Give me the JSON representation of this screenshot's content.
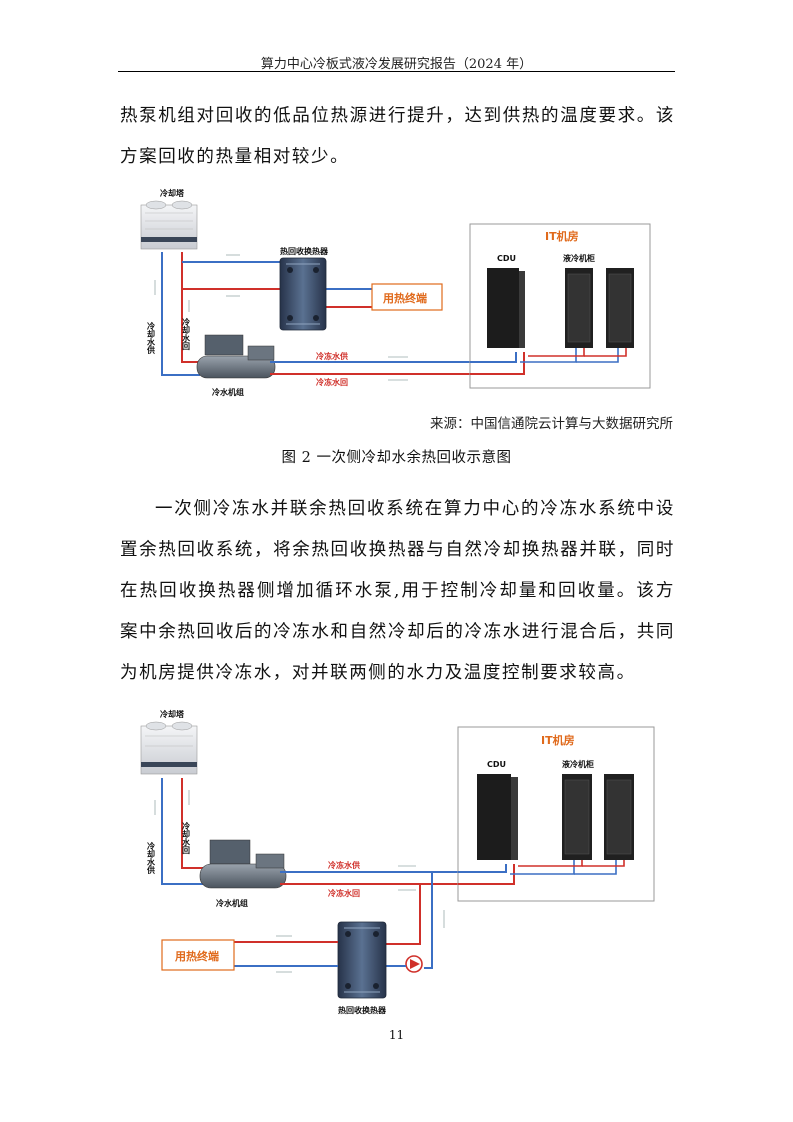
{
  "header": {
    "title": "算力中心冷板式液冷发展研究报告（2024 年）"
  },
  "paragraph1": "热泵机组对回收的低品位热源进行提升，达到供热的温度要求。该方案回收的热量相对较少。",
  "figure1": {
    "labels": {
      "cooling_tower": "冷却塔",
      "heat_exchanger": "热回收换热器",
      "heat_terminal": "用热终端",
      "it_room": "IT机房",
      "cdu": "CDU",
      "liquid_cabinet": "液冷机柜",
      "cooling_supply": "冷却水供",
      "cooling_return": "冷却水回",
      "chilled_supply": "冷冻水供",
      "chilled_return": "冷冻水回",
      "chiller": "冷水机组"
    },
    "colors": {
      "supply_line": "#d0302a",
      "return_line": "#3b6fc4",
      "accent": "#e06a1c"
    }
  },
  "source": "来源：中国信通院云计算与大数据研究所",
  "caption": "图 2 一次侧冷却水余热回收示意图",
  "paragraph2": "一次侧冷冻水并联余热回收系统在算力中心的冷冻水系统中设置余热回收系统，将余热回收换热器与自然冷却换热器并联，同时在热回收换热器侧增加循环水泵,用于控制冷却量和回收量。该方案中余热回收后的冷冻水和自然冷却后的冷冻水进行混合后，共同为机房提供冷冻水，对并联两侧的水力及温度控制要求较高。",
  "figure2": {
    "labels": {
      "cooling_tower": "冷却塔",
      "it_room": "IT机房",
      "cdu": "CDU",
      "liquid_cabinet": "液冷机柜",
      "cooling_supply": "冷却水供",
      "cooling_return": "冷却水回",
      "chilled_supply": "冷冻水供",
      "chilled_return": "冷冻水回",
      "chiller": "冷水机组",
      "heat_terminal": "用热终端",
      "heat_exchanger": "热回收换热器"
    }
  },
  "page_number": "11"
}
